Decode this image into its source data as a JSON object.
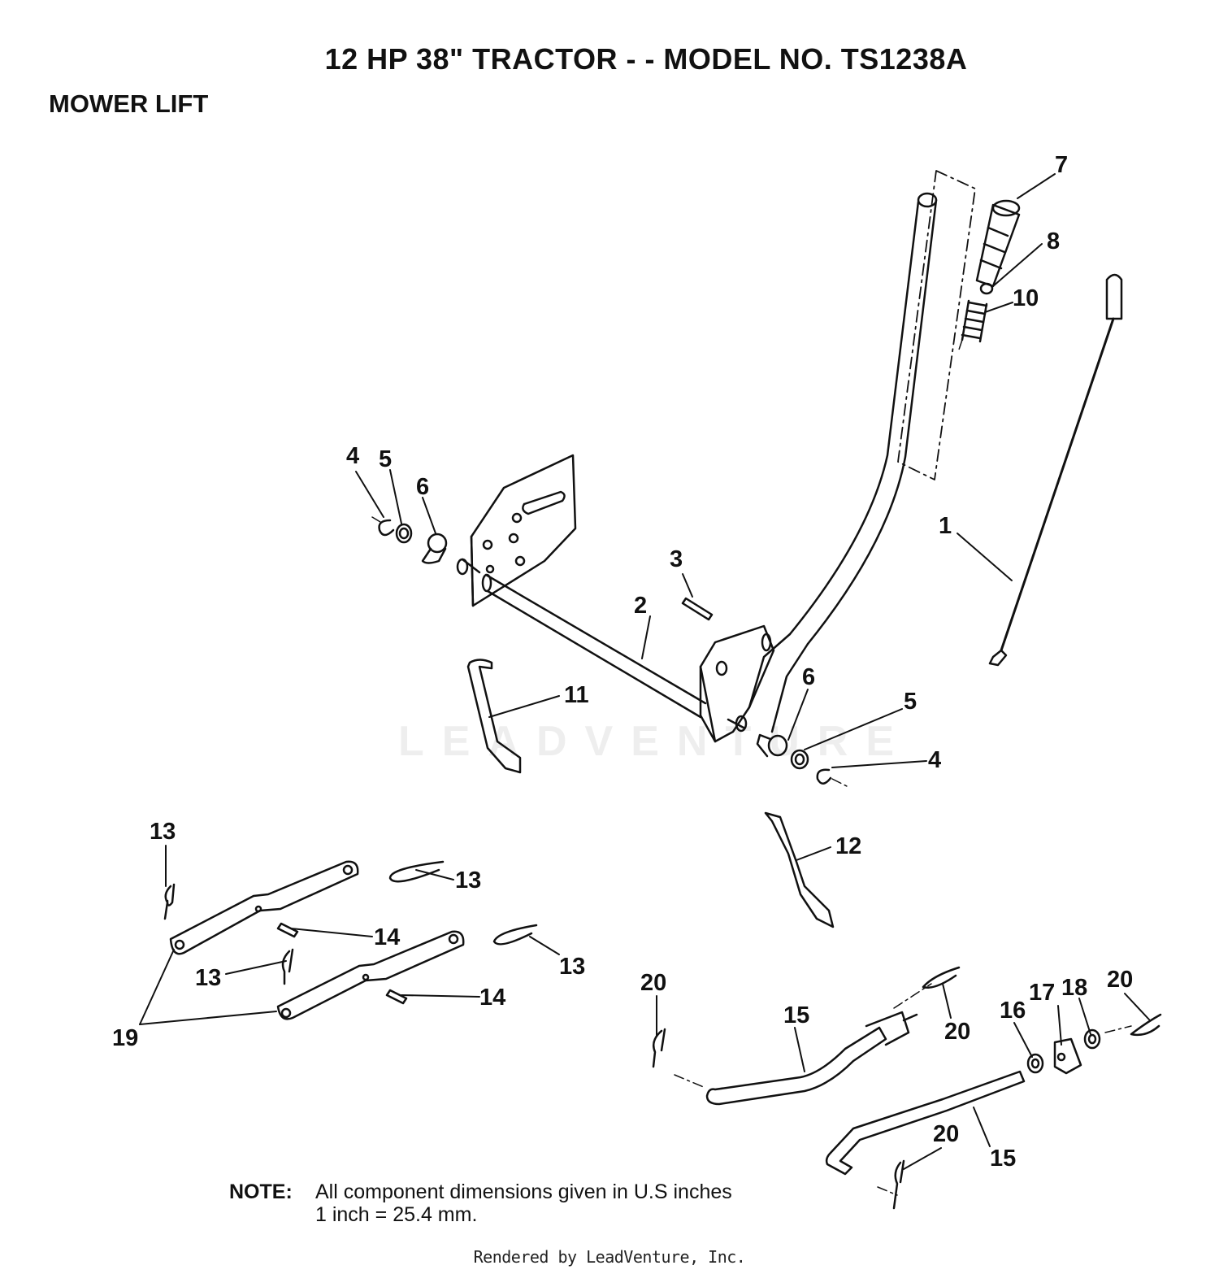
{
  "header": {
    "title": "12 HP 38\" TRACTOR - - MODEL NO.  TS1238A",
    "section": "MOWER LIFT"
  },
  "watermark": "LEADVENTURE",
  "callouts": [
    "1",
    "2",
    "3",
    "4",
    "5",
    "6",
    "4",
    "5",
    "6",
    "7",
    "8",
    "10",
    "11",
    "12",
    "13",
    "13",
    "13",
    "13",
    "14",
    "14",
    "19",
    "20",
    "15",
    "20",
    "16",
    "17",
    "18",
    "20",
    "15",
    "20"
  ],
  "note": {
    "label": "NOTE:",
    "line1": "All component dimensions given in U.S inches",
    "line2": "1 inch = 25.4 mm."
  },
  "footer": "Rendered by LeadVenture, Inc."
}
